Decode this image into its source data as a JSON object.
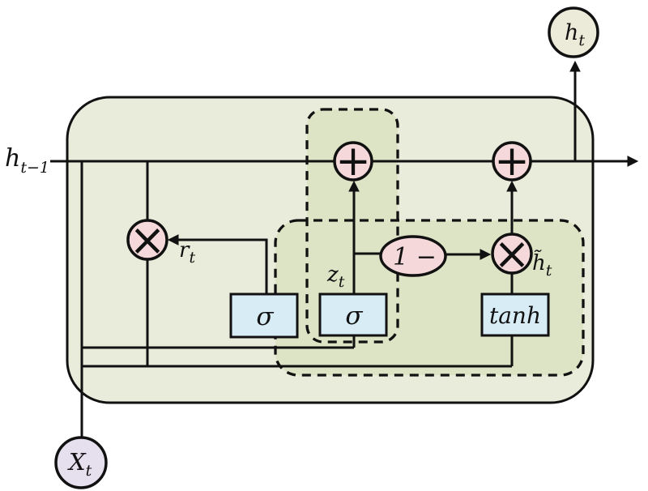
{
  "colors": {
    "cell_fill": "#e9ecda",
    "region_fill": "#dde3c5",
    "op_fill": "#f5d8da",
    "gate_fill": "#d8ecf6",
    "output_node_fill": "#ecebd9",
    "input_node_fill": "#e6dfee",
    "line": "#111111"
  },
  "labels": {
    "h_prev": {
      "base": "h",
      "sub": "t−1"
    },
    "h_out": {
      "base": "h",
      "sub": "t"
    },
    "x_in": {
      "base": "X",
      "sub": "t"
    },
    "r_gate": {
      "base": "r",
      "sub": "t"
    },
    "z_gate": {
      "base": "z",
      "sub": "t"
    },
    "h_candidate": {
      "base": "h̃",
      "sub": "t"
    }
  },
  "nodes": {
    "reset_gate": "σ",
    "update_gate": "σ",
    "candidate_activation": "tanh",
    "one_minus": "1 −",
    "add_op": "+",
    "multiply_op": "×"
  }
}
